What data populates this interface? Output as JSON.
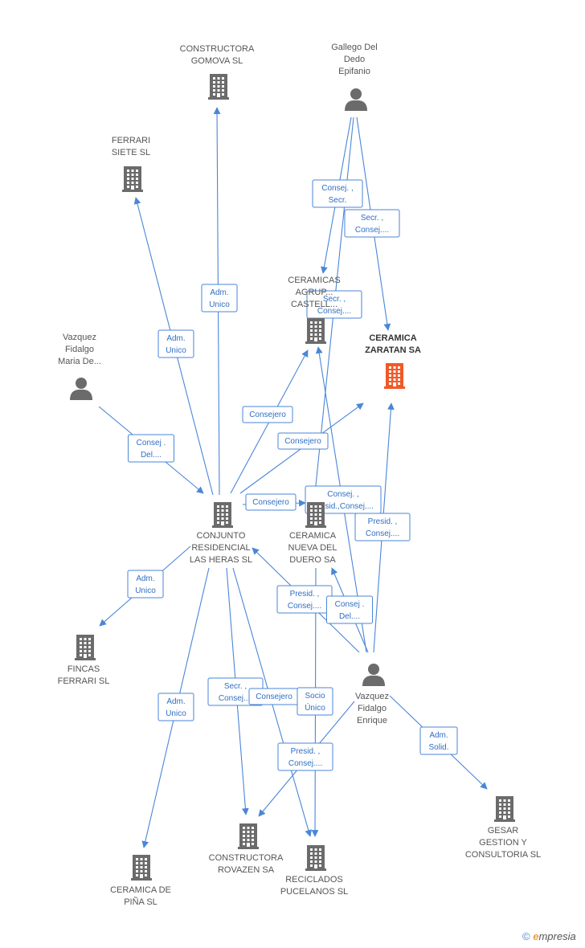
{
  "colors": {
    "edge": "#4a86d8",
    "node": "#6b6b6b",
    "focus_node": "#f05a28",
    "label": "#555555"
  },
  "nodes": [
    {
      "id": "gomova",
      "type": "company",
      "lines": [
        "CONSTRUCTORA",
        "GOMOVA SL"
      ],
      "icon": "building-icon"
    },
    {
      "id": "gallego",
      "type": "person",
      "lines": [
        "Gallego Del",
        "Dedo",
        "Epifanio"
      ],
      "icon": "person-icon"
    },
    {
      "id": "ferrari_siete",
      "type": "company",
      "lines": [
        "FERRARI",
        "SIETE SL"
      ],
      "icon": "building-icon"
    },
    {
      "id": "agrupadas",
      "type": "company",
      "lines": [
        "CERAMICAS",
        "AGRUP...",
        "CASTELL..."
      ],
      "icon": "building-icon"
    },
    {
      "id": "zaratan",
      "type": "company",
      "focus": true,
      "lines": [
        "CERAMICA",
        "ZARATAN SA"
      ],
      "icon": "building-icon"
    },
    {
      "id": "maria",
      "type": "person",
      "lines": [
        "Vazquez",
        "Fidalgo",
        "Maria De..."
      ],
      "icon": "person-icon"
    },
    {
      "id": "heras",
      "type": "company",
      "lines": [
        "CONJUNTO",
        "RESIDENCIAL",
        "LAS HERAS SL"
      ],
      "icon": "building-icon"
    },
    {
      "id": "duero",
      "type": "company",
      "lines": [
        "CERAMICA",
        "NUEVA DEL",
        "DUERO SA"
      ],
      "icon": "building-icon"
    },
    {
      "id": "fincas",
      "type": "company",
      "lines": [
        "FINCAS",
        "FERRARI SL"
      ],
      "icon": "building-icon"
    },
    {
      "id": "enrique",
      "type": "person",
      "lines": [
        "Vazquez",
        "Fidalgo",
        "Enrique"
      ],
      "icon": "person-icon"
    },
    {
      "id": "gesar",
      "type": "company",
      "lines": [
        "GESAR",
        "GESTION Y",
        "CONSULTORIA SL"
      ],
      "icon": "building-icon"
    },
    {
      "id": "rovazen",
      "type": "company",
      "lines": [
        "CONSTRUCTORA",
        "ROVAZEN SA"
      ],
      "icon": "building-icon"
    },
    {
      "id": "recicla",
      "type": "company",
      "lines": [
        "RECICLADOS",
        "PUCELANOS SL"
      ],
      "icon": "building-icon"
    },
    {
      "id": "pina",
      "type": "company",
      "lines": [
        "CERAMICA DE",
        "PIÑA SL"
      ],
      "icon": "building-icon"
    }
  ],
  "edges": [
    {
      "from": "heras",
      "to": "gomova",
      "lines": [
        "Adm.",
        "Unico"
      ]
    },
    {
      "from": "heras",
      "to": "ferrari_siete",
      "lines": [
        "Adm.",
        "Unico"
      ]
    },
    {
      "from": "gallego",
      "to": "agrupadas",
      "lines": [
        "Consej. ,",
        "Secr."
      ]
    },
    {
      "from": "gallego",
      "to": "zaratan",
      "lines": [
        "Secr. ,",
        "Consej...."
      ]
    },
    {
      "from": "gallego",
      "to": "duero",
      "lines": [
        "Consej. ,",
        "Presid.,Consej...."
      ]
    },
    {
      "from": "enrique",
      "to": "agrupadas",
      "lines": [
        "Secr. ,",
        "Consej...."
      ]
    },
    {
      "from": "maria",
      "to": "heras",
      "lines": [
        "Consej .",
        "Del...."
      ]
    },
    {
      "from": "heras",
      "to": "agrupadas",
      "lines": [
        "Consejero"
      ]
    },
    {
      "from": "heras",
      "to": "zaratan",
      "lines": [
        "Consejero"
      ]
    },
    {
      "from": "heras",
      "to": "duero",
      "lines": [
        "Consejero"
      ]
    },
    {
      "from": "enrique",
      "to": "zaratan",
      "lines": [
        "Presid. ,",
        "Consej...."
      ]
    },
    {
      "from": "heras",
      "to": "fincas",
      "lines": [
        "Adm.",
        "Unico"
      ]
    },
    {
      "from": "enrique",
      "to": "heras",
      "lines": [
        "Presid. ,",
        "Consej...."
      ]
    },
    {
      "from": "enrique",
      "to": "duero",
      "lines": [
        "Consej .",
        "Del...."
      ]
    },
    {
      "from": "heras",
      "to": "pina",
      "lines": [
        "Adm.",
        "Unico"
      ]
    },
    {
      "from": "heras",
      "to": "rovazen",
      "lines": [
        "Secr. ,",
        "Consej...."
      ]
    },
    {
      "from": "heras",
      "to": "recicla",
      "lines": [
        "Consejero"
      ]
    },
    {
      "from": "duero",
      "to": "recicla",
      "lines": [
        "Socio",
        "Único"
      ]
    },
    {
      "from": "enrique",
      "to": "rovazen",
      "lines": [
        "Presid. ,",
        "Consej...."
      ]
    },
    {
      "from": "enrique",
      "to": "gesar",
      "lines": [
        "Adm.",
        "Solid."
      ]
    }
  ],
  "watermark": {
    "copyright": "©",
    "brand_initial": "e",
    "brand_rest": "mpresia"
  }
}
